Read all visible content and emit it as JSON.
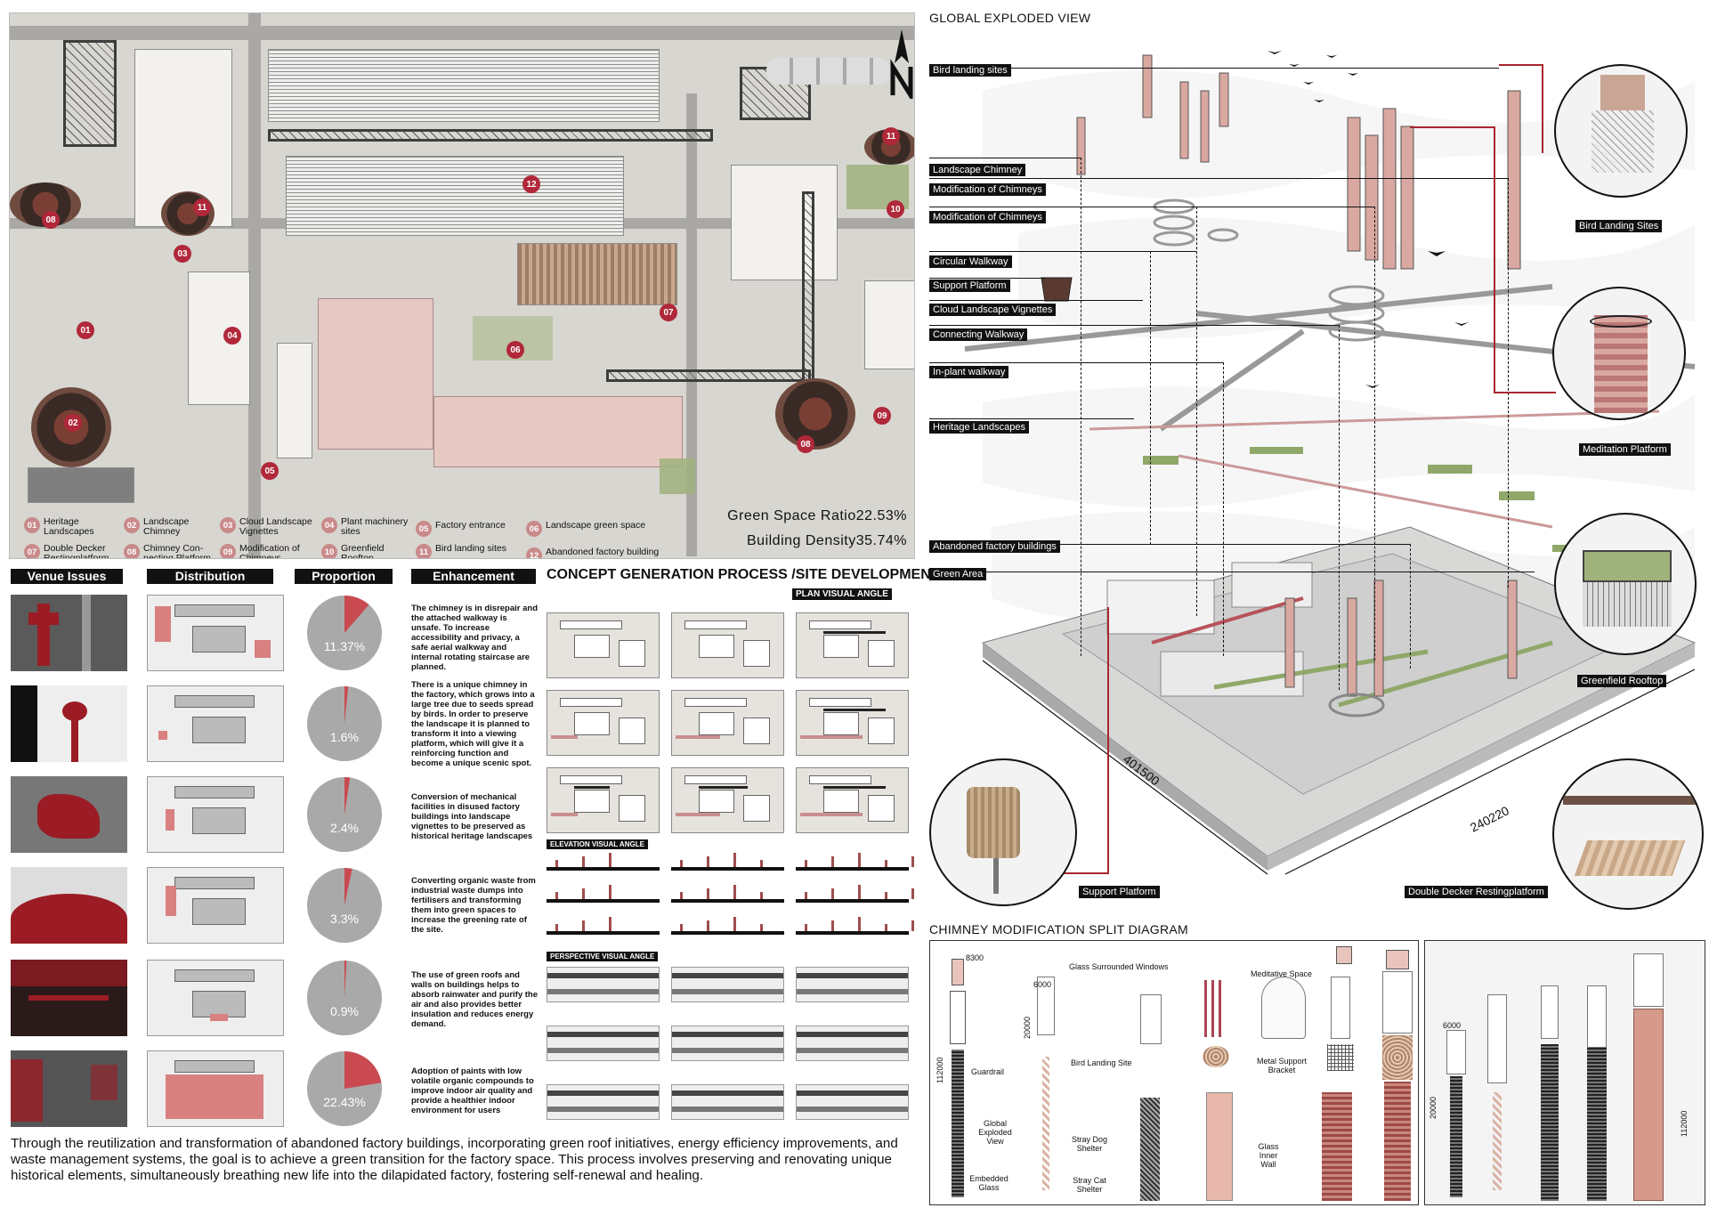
{
  "site_plan": {
    "markers": [
      "01",
      "02",
      "03",
      "04",
      "05",
      "06",
      "07",
      "08",
      "08",
      "09",
      "10",
      "11",
      "11",
      "12"
    ],
    "legend": [
      {
        "num": "01",
        "text": "Heritage Landscapes"
      },
      {
        "num": "02",
        "text": "Landscape Chimney"
      },
      {
        "num": "03",
        "text": "Cloud Landscape Vignettes"
      },
      {
        "num": "04",
        "text": "Plant machinery sites"
      },
      {
        "num": "05",
        "text": "Factory entrance"
      },
      {
        "num": "06",
        "text": "Landscape green space"
      },
      {
        "num": "07",
        "text": "Double Decker Restingplatform"
      },
      {
        "num": "08",
        "text": "Chimney Con-necting Platform"
      },
      {
        "num": "09",
        "text": "Modification of Chimneys"
      },
      {
        "num": "10",
        "text": "Greenfield Rooftop"
      },
      {
        "num": "11",
        "text": "Bird landing sites"
      },
      {
        "num": "12",
        "text": "Abandoned factory building"
      }
    ],
    "green_space_ratio": "Green Space Ratio22.53%",
    "building_density": "Building Density35.74%"
  },
  "analysis": {
    "headers": {
      "issues": "Venue Issues",
      "distribution": "Distribution",
      "proportion": "Proportion",
      "enhancement": "Enhancement"
    },
    "rows": [
      {
        "proportion_label": "11.37%",
        "proportion_value": 11.37,
        "enhancement": "The chimney is in disrepair and the attached walkway is unsafe. To increase accessibility and privacy, a safe aerial walkway and internal rotating staircase are planned."
      },
      {
        "proportion_label": "1.6%",
        "proportion_value": 1.6,
        "enhancement": "There is a unique chimney in the factory, which grows into a large tree due to seeds spread by birds. In order to preserve the landscape it is planned to transform it into a viewing platform, which will give it a reinforcing function and become a unique scenic spot."
      },
      {
        "proportion_label": "2.4%",
        "proportion_value": 2.4,
        "enhancement": "Conversion of mechanical facilities in disused factory buildings into landscape vignettes to be preserved as historical heritage landscapes"
      },
      {
        "proportion_label": "3.3%",
        "proportion_value": 3.3,
        "enhancement": "Converting organic waste from industrial waste dumps into fertilisers and transforming them into green spaces to increase the greening rate of the site."
      },
      {
        "proportion_label": "0.9%",
        "proportion_value": 0.9,
        "enhancement": "The use of green roofs and walls on buildings helps to absorb rainwater and purify the air and also provides better insulation and reduces energy demand."
      },
      {
        "proportion_label": "22.43%",
        "proportion_value": 22.43,
        "enhancement": "Adoption of paints with low volatile organic compounds to improve indoor air quality and provide a healthier indoor environment for users"
      }
    ]
  },
  "concept": {
    "title": "CONCEPT GENERATION PROCESS /SITE DEVELOPMENT",
    "plan_tag": "PLAN VISUAL ANGLE",
    "elevation_tag": "ELEVATION VISUAL ANGLE",
    "perspective_tag": "PERSPECTIVE VISUAL ANGLE"
  },
  "summary": "Through the reutilization and transformation of abandoned factory buildings, incorporating green roof initiatives, energy efficiency improvements, and waste management systems, the goal is to achieve a green transition for the factory space. This process involves preserving and renovating unique historical elements, simultaneously breathing new life into the dilapidated factory, fostering self-renewal and healing.",
  "exploded": {
    "title": "GLOBAL EXPLODED VIEW",
    "labels": [
      "Bird landing sites",
      "Landscape Chimney",
      "Modification of Chimneys",
      "Modification of Chimneys",
      "Circular Walkway",
      "Support Platform",
      "Cloud Landscape Vignettes",
      "Connecting Walkway",
      "In-plant walkway",
      "Heritage Landscapes",
      "Abandoned factory buildings",
      "Green Area"
    ],
    "details": [
      "Bird Landing Sites",
      "Meditation Platform",
      "Greenfield Rooftop",
      "Support Platform",
      "Double Decker Restingplatform"
    ],
    "dim_long": "401500",
    "dim_short": "240220",
    "colors": {
      "accent_red": "#a8262e",
      "label_bg": "#111111",
      "green": "#8fa86a"
    }
  },
  "chimney": {
    "title": "CHIMNEY MODIFICATION SPLIT DIAGRAM",
    "labels": {
      "glass_windows": "Glass Surrounded Windows",
      "meditative": "Meditative Space",
      "guardrail": "Guardrail",
      "bird_site": "Bird Landing Site",
      "metal_bracket": "Metal Support Bracket",
      "global_view": "Global Exploded View",
      "stray_dog": "Stray Dog Shelter",
      "glass_wall": "Glass Inner Wall",
      "embedded": "Embedded Glass",
      "stray_cat": "Stray Cat Shelter"
    },
    "dims": {
      "d8300": "8300",
      "d6000": "6000",
      "d20000": "20000",
      "d112000": "112000"
    }
  }
}
